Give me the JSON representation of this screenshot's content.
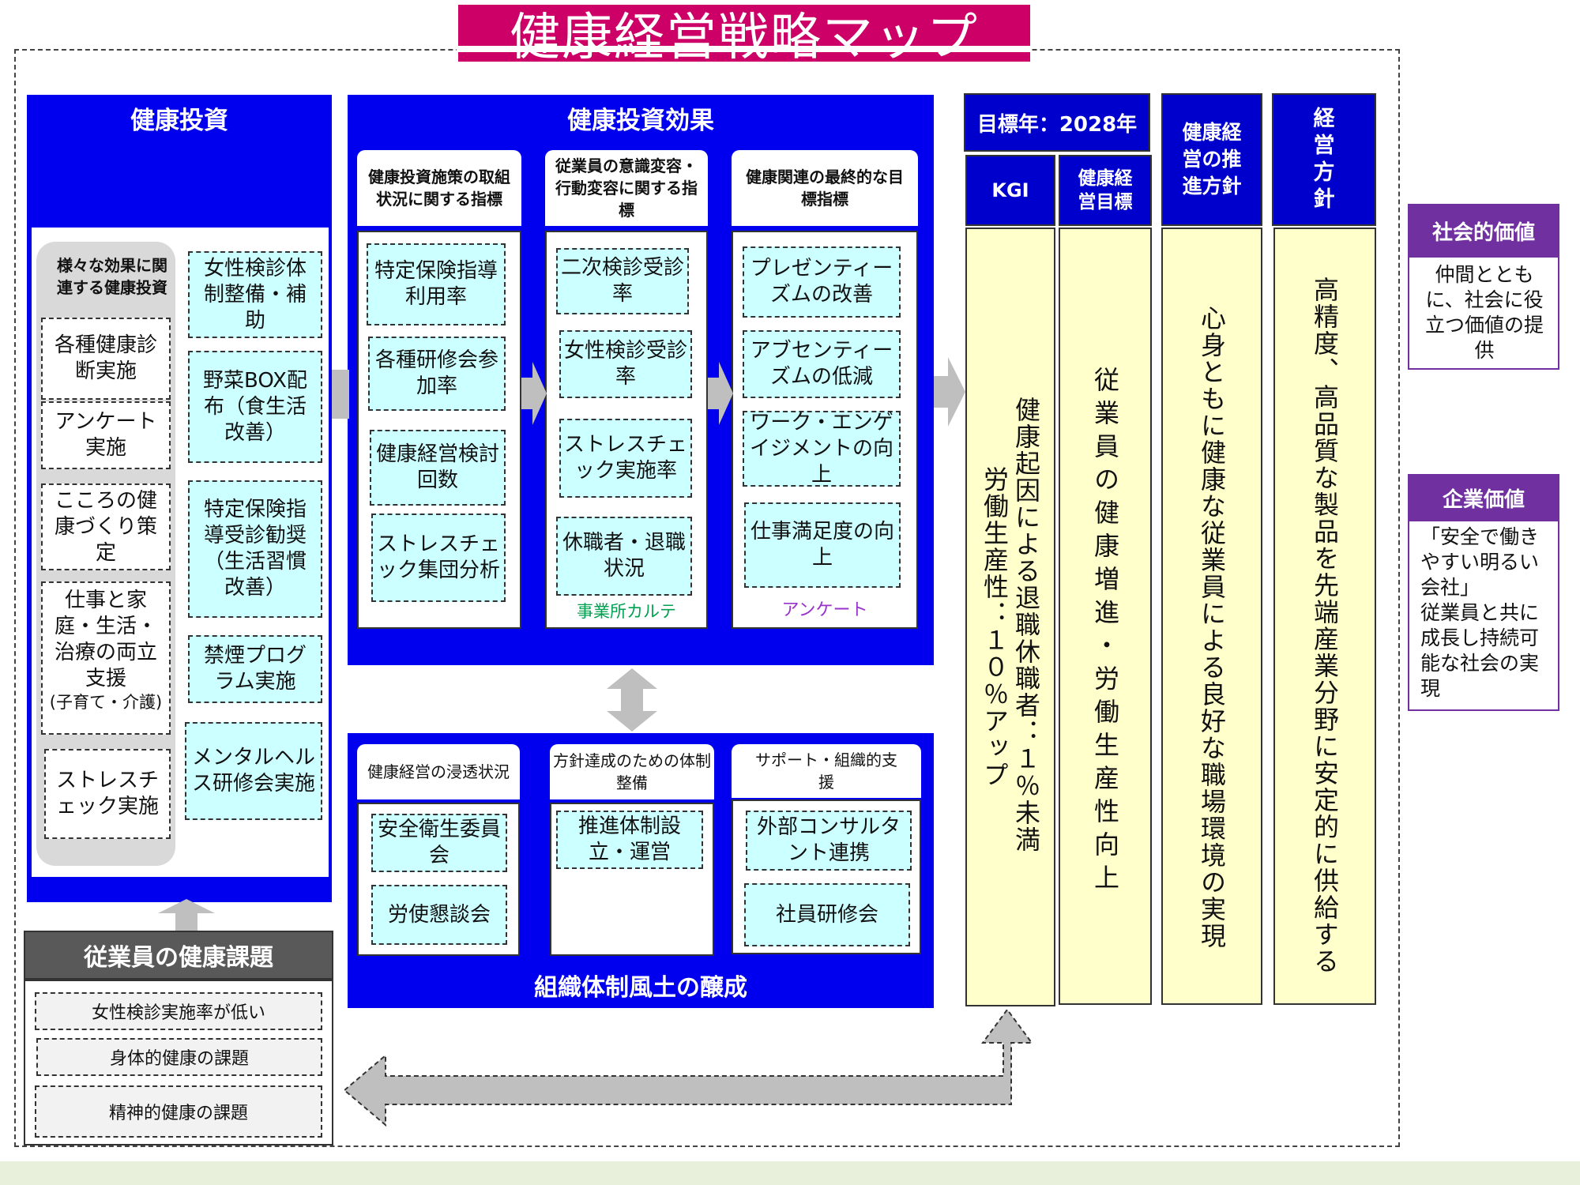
{
  "title": "健康経営戦略マップ",
  "colors": {
    "title_bg": "#cc0066",
    "blue_panel": "#0000ee",
    "cyan_box": "#ccffff",
    "kgi_col": "#ffffcc",
    "value_purple": "#7030a0",
    "karte_green": "#00a050",
    "survey_purple": "#9933cc"
  },
  "investment": {
    "header": "健康投資",
    "group_label": "様々な効果に関連する健康投資",
    "group_items": [
      "各種健康診断実施",
      "アンケート実施",
      "こころの健康づくり策定",
      "仕事と家庭・生活・治療の両立支援",
      "(子育て・介護)",
      "ストレスチェック実施"
    ],
    "items": [
      "女性検診体制整備・補助",
      "野菜BOX配布（食生活改善）",
      "特定保険指導受診勧奨（生活習慣改善）",
      "禁煙プログラム実施",
      "メンタルヘルス研修会実施"
    ]
  },
  "effects": {
    "header": "健康投資効果",
    "columns": [
      {
        "header": "健康投資施策の取組状況に関する指標",
        "items": [
          "特定保険指導利用率",
          "各種研修会参加率",
          "健康経営検討回数",
          "ストレスチェック集団分析"
        ]
      },
      {
        "header": "従業員の意識変容・行動変容に関する指標",
        "items": [
          "二次検診受診率",
          "女性検診受診率",
          "ストレスチェック実施率",
          "休職者・退職状況"
        ],
        "footer": "事業所カルテ"
      },
      {
        "header": "健康関連の最終的な目標指標",
        "items": [
          "プレゼンティーズムの改善",
          "アブセンティーズムの低減",
          "ワーク・エンゲイジメントの向上",
          "仕事満足度の向上"
        ],
        "footer": "アンケート"
      }
    ]
  },
  "organization": {
    "footer": "組織体制風土の醸成",
    "columns": [
      {
        "header": "健康経営の浸透状況",
        "items": [
          "安全衛生委員会",
          "労使懇談会"
        ]
      },
      {
        "header": "方針達成のための体制整備",
        "items": [
          "推進体制設立・運営"
        ]
      },
      {
        "header": "サポート・組織的支援",
        "items": [
          "外部コンサルタント連携",
          "社員研修会"
        ]
      }
    ]
  },
  "issues": {
    "header": "従業員の健康課題",
    "items": [
      "女性検診実施率が低い",
      "身体的健康の課題",
      "精神的健康の課題"
    ]
  },
  "goals": {
    "target_year": "目標年：2028年",
    "kgi_header": "KGI",
    "kgi_text_1": "健康起因による退職休職者：１％未満",
    "kgi_text_2": "労働生産性：１０％アップ",
    "target_header": "健康経営目標",
    "target_text": "従業員の健康増進・労働生産性向上",
    "policy_header": "健康経営の推進方針",
    "policy_text": "心身ともに健康な従業員による良好な職場環境の実現",
    "mgmt_header": "経営方針",
    "mgmt_text": "高精度、高品質な製品を先端産業分野に安定的に供給する"
  },
  "values": {
    "social_header": "社会的価値",
    "social_text": "仲間とともに、社会に役立つ価値の提供",
    "corporate_header": "企業価値",
    "corporate_text_1": "「安全で働きやすい明るい会社」",
    "corporate_text_2": "従業員と共に成長し持続可能な社会の実現"
  }
}
